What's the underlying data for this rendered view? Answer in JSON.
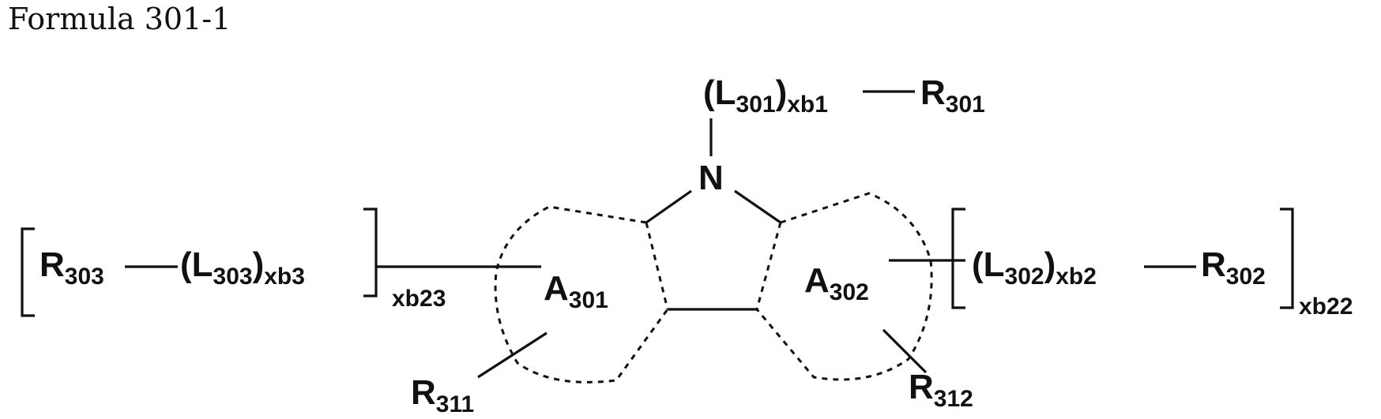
{
  "title": "Formula 301-1",
  "structure": {
    "top_group": {
      "main": "(L",
      "sub": "301",
      "close": ")",
      "index": "xb1",
      "end_main": "R",
      "end_sub": "301"
    },
    "nitrogen": "N",
    "left_group": {
      "r_main": "R",
      "r_sub": "303",
      "l_main": "(L",
      "l_sub": "303",
      "close": ")",
      "index": "xb3",
      "repeat": "xb23"
    },
    "ring_left": {
      "main": "A",
      "sub": "301"
    },
    "ring_right": {
      "main": "A",
      "sub": "302"
    },
    "right_group": {
      "l_main": "(L",
      "l_sub": "302",
      "close": ")",
      "index": "xb2",
      "r_main": "R",
      "r_sub": "302",
      "repeat": "xb22"
    },
    "sub_left": {
      "main": "R",
      "sub": "311"
    },
    "sub_right": {
      "main": "R",
      "sub": "312"
    }
  }
}
